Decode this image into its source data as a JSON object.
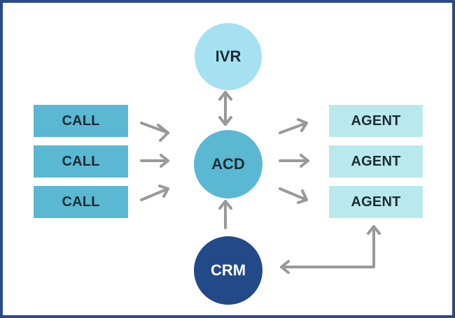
{
  "diagram": {
    "calls": [
      "CALL",
      "CALL",
      "CALL"
    ],
    "agents": [
      "AGENT",
      "AGENT",
      "AGENT"
    ],
    "ivr": "IVR",
    "acd": "ACD",
    "crm": "CRM"
  },
  "colors": {
    "border": "#2a4a8a",
    "call_box": "#5bb8d2",
    "agent_box": "#b9e9ec",
    "ivr_circle": "#a6e1f1",
    "acd_circle": "#5bb8d2",
    "crm_circle": "#234a88",
    "arrow": "#999999"
  }
}
